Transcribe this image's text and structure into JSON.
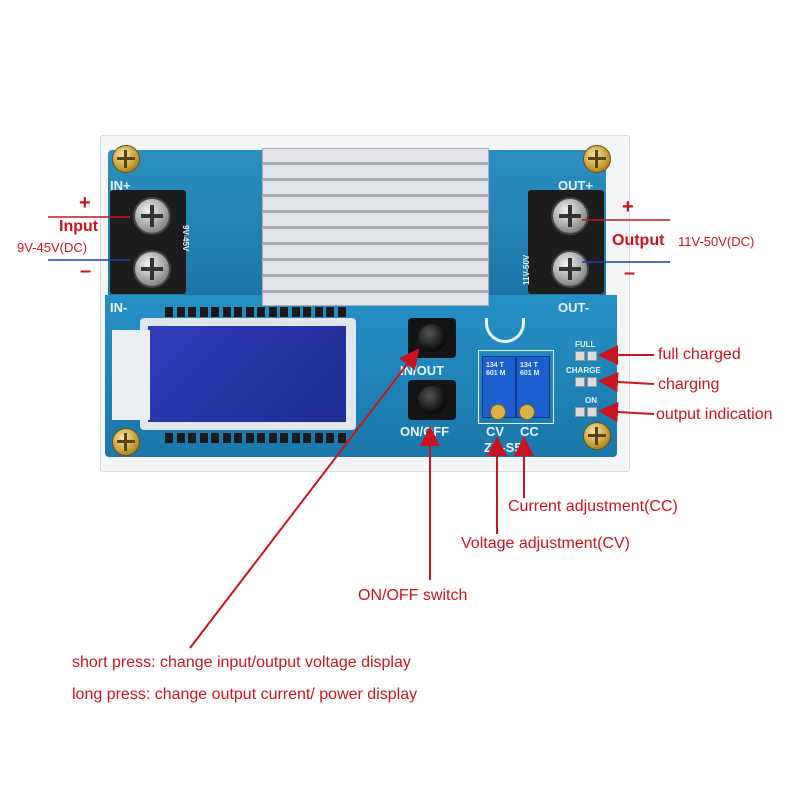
{
  "board": {
    "in_plus": "IN+",
    "in_minus": "IN-",
    "out_plus": "OUT+",
    "out_minus": "OUT-",
    "input_range_silk": "9V-45V",
    "output_range_silk": "11V-50V",
    "btn_inout": "IN/OUT",
    "btn_onoff": "ON/OFF",
    "cv": "CV",
    "cc": "CC",
    "model": "ZK-S5",
    "led_full": "FULL",
    "led_charge": "CHARGE",
    "led_on": "ON",
    "pot_text": "134 T 601 M"
  },
  "annotations": {
    "input_plus": "+",
    "input_title": "Input",
    "input_range": "9V-45V(DC)",
    "input_minus": "–",
    "output_plus": "+",
    "output_title": "Output",
    "output_range": "11V-50V(DC)",
    "output_minus": "–",
    "full_charged": "full charged",
    "charging": "charging",
    "output_indication": "output indication",
    "current_adjustment": "Current adjustment(CC)",
    "voltage_adjustment": "Voltage adjustment(CV)",
    "onoff_switch": "ON/OFF switch",
    "short_press": "short press: change input/output voltage display",
    "long_press": "long press: change output current/ power display"
  },
  "colors": {
    "annotation_red": "#c8141e",
    "wire_blue": "#1a3fa8",
    "pcb_blue": "#1f7fae"
  }
}
